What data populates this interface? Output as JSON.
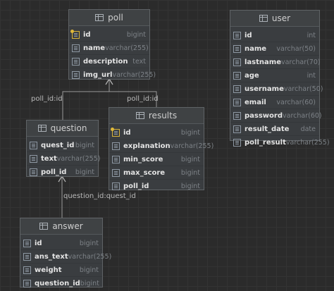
{
  "entities": {
    "poll": {
      "title": "poll",
      "columns": [
        {
          "name": "id",
          "type": "bigint",
          "pk": true
        },
        {
          "name": "name",
          "type": "varchar(255)",
          "pk": false
        },
        {
          "name": "description",
          "type": "text",
          "pk": false
        },
        {
          "name": "img_url",
          "type": "varchar(255)",
          "pk": false
        }
      ]
    },
    "user": {
      "title": "user",
      "columns": [
        {
          "name": "id",
          "type": "int",
          "pk": false
        },
        {
          "name": "name",
          "type": "varchar(50)",
          "pk": false
        },
        {
          "name": "lastname",
          "type": "varchar(70)",
          "pk": false
        },
        {
          "name": "age",
          "type": "int",
          "pk": false
        },
        {
          "name": "username",
          "type": "varchar(50)",
          "pk": false
        },
        {
          "name": "email",
          "type": "varchar(60)",
          "pk": false
        },
        {
          "name": "password",
          "type": "varchar(60)",
          "pk": false
        },
        {
          "name": "result_date",
          "type": "date",
          "pk": false
        },
        {
          "name": "poll_result",
          "type": "varchar(255)",
          "pk": false
        }
      ]
    },
    "question": {
      "title": "question",
      "columns": [
        {
          "name": "quest_id",
          "type": "bigint",
          "pk": false
        },
        {
          "name": "text",
          "type": "varchar(255)",
          "pk": false
        },
        {
          "name": "poll_id",
          "type": "bigint",
          "pk": false
        }
      ]
    },
    "results": {
      "title": "results",
      "columns": [
        {
          "name": "id",
          "type": "bigint",
          "pk": true
        },
        {
          "name": "explanation",
          "type": "varchar(255)",
          "pk": false
        },
        {
          "name": "min_score",
          "type": "bigint",
          "pk": false
        },
        {
          "name": "max_score",
          "type": "bigint",
          "pk": false
        },
        {
          "name": "poll_id",
          "type": "bigint",
          "pk": false
        }
      ]
    },
    "answer": {
      "title": "answer",
      "columns": [
        {
          "name": "id",
          "type": "bigint",
          "pk": false
        },
        {
          "name": "ans_text",
          "type": "varchar(255)",
          "pk": false
        },
        {
          "name": "weight",
          "type": "bigint",
          "pk": false
        },
        {
          "name": "question_id",
          "type": "bigint",
          "pk": false
        }
      ]
    }
  },
  "relations": {
    "question_poll": "poll_id:id",
    "results_poll": "poll_id:id",
    "answer_question": "question_id:quest_id"
  },
  "colors": {
    "background": "#2b2b2b",
    "entity": "#3a3d40",
    "edge": "#9a9a9a"
  }
}
